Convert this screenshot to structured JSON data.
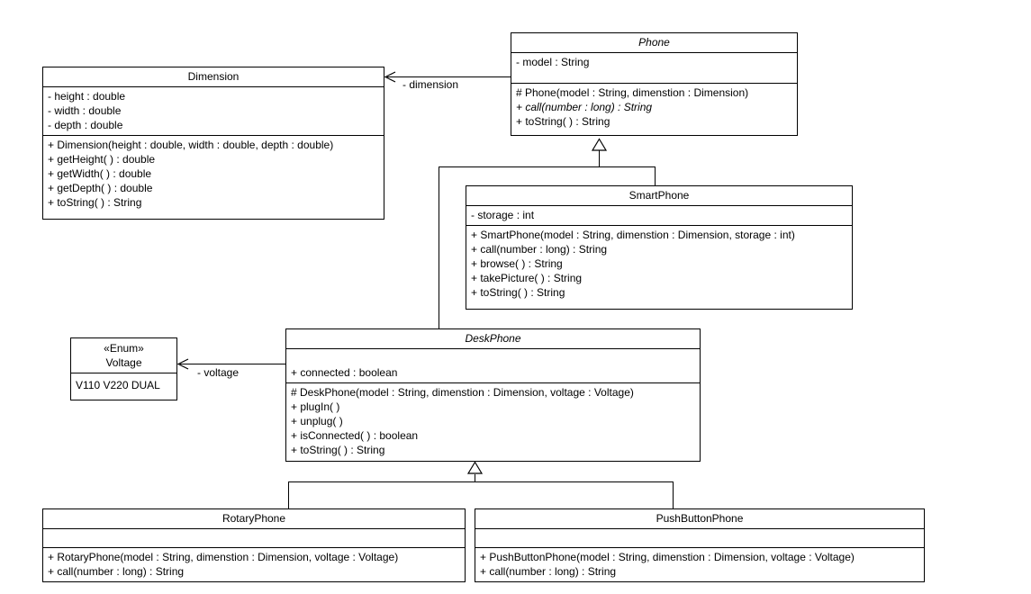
{
  "colors": {
    "line": "#000000",
    "background": "#ffffff",
    "text": "#000000"
  },
  "classes": {
    "phone": {
      "name": "Phone",
      "abstract": true,
      "attributes": [
        "- model : String"
      ],
      "methods": [
        "# Phone(model : String, dimenstion : Dimension)",
        "+ call(number : long) : String",
        "+ toString( ) : String"
      ]
    },
    "dimension": {
      "name": "Dimension",
      "abstract": false,
      "attributes": [
        "- height : double",
        "- width : double",
        "- depth : double"
      ],
      "methods": [
        "+ Dimension(height : double, width : double, depth : double)",
        "+ getHeight( ) : double",
        "+ getWidth( ) : double",
        "+ getDepth( ) : double",
        "+ toString( ) : String"
      ]
    },
    "smartphone": {
      "name": "SmartPhone",
      "abstract": false,
      "attributes": [
        "- storage : int"
      ],
      "methods": [
        "+ SmartPhone(model : String, dimenstion : Dimension, storage : int)",
        "+ call(number : long) : String",
        "+ browse( ) : String",
        "+ takePicture( ) : String",
        "+ toString( ) : String"
      ]
    },
    "deskphone": {
      "name": "DeskPhone",
      "abstract": true,
      "attributes": [
        "+ connected : boolean"
      ],
      "methods": [
        "# DeskPhone(model : String, dimenstion : Dimension, voltage : Voltage)",
        "+ plugIn( )",
        "+ unplug( )",
        "+ isConnected( ) : boolean",
        "+ toString( ) : String"
      ]
    },
    "rotaryphone": {
      "name": "RotaryPhone",
      "abstract": false,
      "attributes": [],
      "methods": [
        "+ RotaryPhone(model : String, dimenstion : Dimension, voltage : Voltage)",
        "+ call(number : long) : String"
      ]
    },
    "pushbuttonphone": {
      "name": "PushButtonPhone",
      "abstract": false,
      "attributes": [],
      "methods": [
        "+ PushButtonPhone(model : String, dimenstion : Dimension, voltage : Voltage)",
        "+ call(number : long) : String"
      ]
    }
  },
  "enums": {
    "voltage": {
      "stereotype": "«Enum»",
      "name": "Voltage",
      "values": "V110 V220 DUAL"
    }
  },
  "associations": {
    "dimension_label": "- dimension",
    "voltage_label": "- voltage"
  }
}
